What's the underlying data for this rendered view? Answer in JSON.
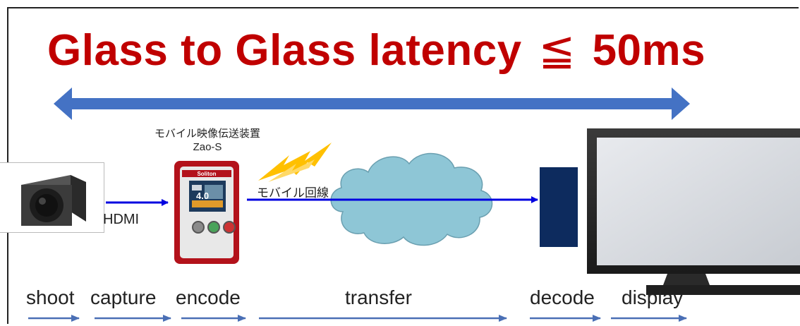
{
  "title": {
    "prefix": "Glass to Glass latency",
    "symbol": "≦",
    "suffix": "50ms"
  },
  "device": {
    "category": "モバイル映像伝送装置",
    "model": "Zao-S",
    "brand": "Soliton",
    "screen_value": "4.0"
  },
  "connections": {
    "hdmi": "HDMI",
    "mobile_line": "モバイル回線"
  },
  "stages": [
    "shoot",
    "capture",
    "encode",
    "transfer",
    "decode",
    "display"
  ],
  "colors": {
    "title": "#c00000",
    "span_arrow": "#4472c4",
    "signal_arrow": "#0000e0",
    "stage_arrow": "#4a6fb5",
    "cloud": "#8ec6d6",
    "decoder": "#0d2b5e",
    "lightning": "#ffc000"
  }
}
